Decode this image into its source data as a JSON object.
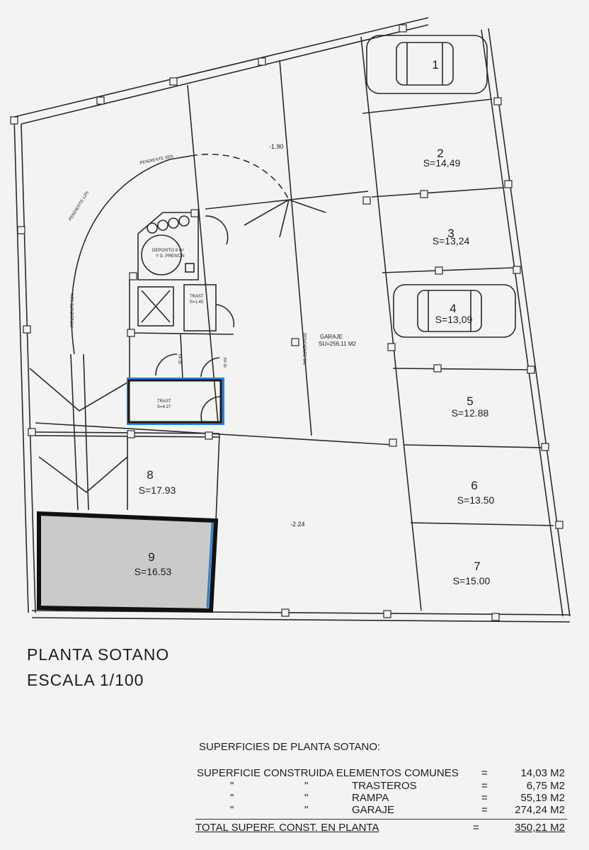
{
  "plan": {
    "slots": [
      {
        "num": "1",
        "area": ""
      },
      {
        "num": "2",
        "area": "S=14,49"
      },
      {
        "num": "3",
        "area": "S=13,24"
      },
      {
        "num": "4",
        "area": "S=13,09"
      },
      {
        "num": "5",
        "area": "S=12.88"
      },
      {
        "num": "6",
        "area": "S=13.50"
      },
      {
        "num": "7",
        "area": "S=15.00"
      },
      {
        "num": "8",
        "area": "S=17.93"
      },
      {
        "num": "9",
        "area": "S=16.53"
      }
    ],
    "levels": {
      "upper": "-1.90",
      "lower": "-2.24"
    },
    "ramp": {
      "slope_top": "PENDIENTE 16%",
      "slope_curve": "PENDIENTE 12%",
      "slope_left": "PENDIENTE 16%",
      "slope_mid": "PENDIENTE 5%"
    },
    "deposit": {
      "line1": "DEPOSITO 8 m³",
      "line2": "Y G. PRESION"
    },
    "storage_upper": {
      "line1": "TRAST",
      "line2": "S=1.45"
    },
    "storage_lower": {
      "line1": "TRAST",
      "line2": "S=4.27"
    },
    "garage": {
      "line1": "GARAJE",
      "line2": "SU=256,11 M2"
    },
    "door_tags": [
      "RF-30",
      "RF-30"
    ]
  },
  "title": {
    "line1": "PLANTA SOTANO",
    "line2": "ESCALA 1/100"
  },
  "table": {
    "heading": "SUPERFICIES DE PLANTA SOTANO:",
    "first_label": "SUPERFICIE CONSTRUIDA ELEMENTOS COMUNES",
    "ditto": "\"",
    "rows": [
      {
        "label": "TRASTEROS",
        "value": "6,75 M2"
      },
      {
        "label": "RAMPA",
        "value": "55,19 M2"
      },
      {
        "label": "GARAJE",
        "value": "274,24 M2"
      }
    ],
    "first_value": "14,03 M2",
    "eq": "=",
    "total_label": "TOTAL SUPERF. CONST. EN PLANTA",
    "total_value": "350,21 M2"
  },
  "colors": {
    "ink": "#1d1d1d",
    "blue_marker": "#2f7fd1",
    "paper": "#f3f3f1"
  }
}
